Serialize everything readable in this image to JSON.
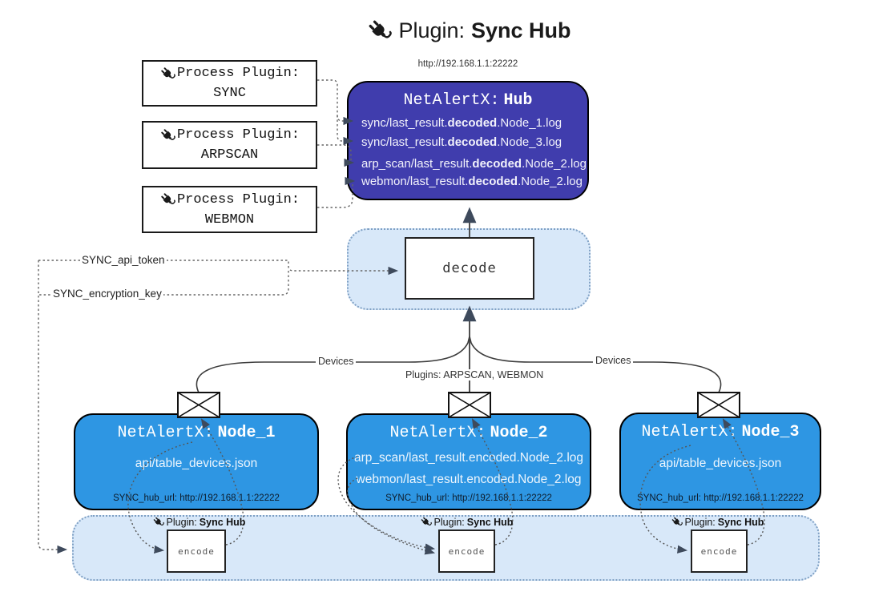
{
  "title": {
    "label": "Plugin:",
    "bold": "Sync Hub"
  },
  "hub": {
    "url": "http://192.168.1.1:22222",
    "name": "NetAlertX:",
    "name_bold": "Hub",
    "log_lines": [
      {
        "pre": "sync/last_result.",
        "bold": "decoded",
        "post": ".Node_1.log"
      },
      {
        "pre": "sync/last_result.",
        "bold": "decoded",
        "post": ".Node_3.log"
      },
      {
        "pre": "arp_scan/last_result.",
        "bold": "decoded",
        "post": ".Node_2.log"
      },
      {
        "pre": "webmon/last_result.",
        "bold": "decoded",
        "post": ".Node_2.log"
      }
    ]
  },
  "process_plugins": [
    {
      "label": "Process Plugin:",
      "name": "SYNC"
    },
    {
      "label": "Process Plugin:",
      "name": "ARPSCAN"
    },
    {
      "label": "Process Plugin:",
      "name": "WEBMON"
    }
  ],
  "decode": {
    "label": "decode"
  },
  "keys": {
    "api_token": "SYNC_api_token",
    "encryption_key": "SYNC_encryption_key"
  },
  "edges": {
    "devices_left": "Devices",
    "devices_right": "Devices",
    "plugins_mid": "Plugins: ARPSCAN, WEBMON"
  },
  "nodes": [
    {
      "name": "NetAlertX:",
      "name_bold": "Node_1",
      "files": [
        "api/table_devices.json"
      ],
      "footer": "SYNC_hub_url: http://192.168.1.1:22222"
    },
    {
      "name": "NetAlertX:",
      "name_bold": "Node_2",
      "files": [
        "arp_scan/last_result.encoded.Node_2.log",
        "webmon/last_result.encoded.Node_2.log"
      ],
      "footer": "SYNC_hub_url: http://192.168.1.1:22222"
    },
    {
      "name": "NetAlertX:",
      "name_bold": "Node_3",
      "files": [
        "api/table_devices.json"
      ],
      "footer": "SYNC_hub_url: http://192.168.1.1:22222"
    }
  ],
  "encode_band": {
    "plugin_label": "Plugin:",
    "plugin_bold": "Sync Hub",
    "encode_label": "encode"
  },
  "icons": {
    "plug": "plug-icon",
    "envelope": "envelope-icon"
  },
  "colors": {
    "hub_fill": "#403DAD",
    "node_fill": "#2E96E3",
    "band_fill": "#D8E8F9",
    "band_border": "#7FA0C4",
    "arrowhead": "#3E4A5C",
    "solid_line": "#3d3d3d",
    "dotted_line": "#666666"
  }
}
